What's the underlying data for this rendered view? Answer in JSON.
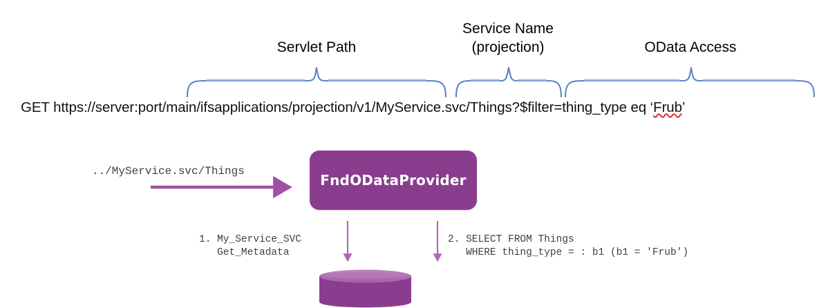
{
  "annotations": {
    "servlet_path": "Servlet Path",
    "service_name_line1": "Service Name",
    "service_name_line2": "(projection)",
    "odata_access": "OData Access"
  },
  "url": {
    "method": "GET ",
    "scheme_host": "https://server:port",
    "servlet_path": "/main/ifsapplications/projection/v1",
    "service_name": "/MyService.svc",
    "odata_access_pre": "/Things?$filter=thing_type eq ‘",
    "odata_access_misspelled": "Frub",
    "odata_access_post": "’",
    "full": "GET https://server:port/main/ifsapplications/projection/v1/MyService.svc/Things?$filter=thing_type eq ‘Frub’"
  },
  "diagram": {
    "request_caption": "../MyService.svc/Things",
    "provider_box_label": "FndODataProvider",
    "step_1": "1. My_Service_SVC\n   Get_Metadata",
    "step_2": "2. SELECT FROM Things\n   WHERE thing_type = : b1 (b1 = 'Frub')",
    "database_name": "database-cylinder"
  },
  "colors": {
    "brace": "#5b84c4",
    "brace_light": "#8fb0dd",
    "purple": "#8a3d8f",
    "purple_arrow": "#a050a8",
    "purple_arrow_thin": "#b066b8",
    "cylinder_body": "#8a3d8f",
    "cylinder_top": "#a863ad",
    "misspell_underline": "#e03030",
    "text": "#111111",
    "mono_text": "#3f3f3f"
  }
}
